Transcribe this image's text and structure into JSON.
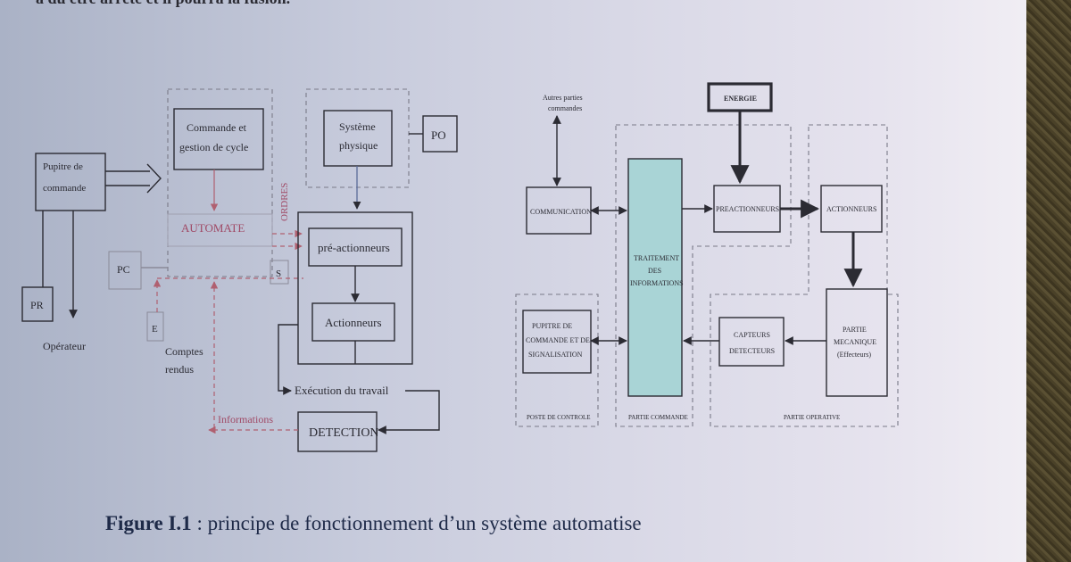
{
  "header_fragment": "a du être arrêté et il pourra la fusion.",
  "left": {
    "pupitre": [
      "Pupitre de",
      "commande"
    ],
    "pr": "PR",
    "operateur": "Opérateur",
    "commande": [
      "Commande et",
      "gestion de cycle"
    ],
    "automate": "AUTOMATE",
    "ordres": "ORDRES",
    "pc": "PC",
    "s": "S",
    "e": "E",
    "comptes": [
      "Comptes",
      "rendus"
    ],
    "systeme": [
      "Système",
      "physique"
    ],
    "po": "PO",
    "preact": "pré-actionneurs",
    "actionneurs": "Actionneurs",
    "execution": "Exécution du travail",
    "informations": "Informations",
    "detection": "DETECTION"
  },
  "right": {
    "autres": [
      "Autres parties",
      "commandes"
    ],
    "energie": "ENERGIE",
    "communication": "COMMUNICATION",
    "traitement": [
      "TRAITEMENT",
      "DES",
      "INFORMATIONS"
    ],
    "preactionneurs": "PREACTIONNEURS",
    "actionneurs": "ACTIONNEURS",
    "pupitre": [
      "PUPITRE DE",
      "COMMANDE ET DE",
      "SIGNALISATION"
    ],
    "capteurs": [
      "CAPTEURS",
      "DETECTEURS"
    ],
    "partie_meca": [
      "PARTIE",
      "MECANIQUE",
      "(Effecteurs)"
    ],
    "poste": "POSTE DE CONTROLE",
    "partie_commande": "PARTIE COMMANDE",
    "partie_operative": "PARTIE OPERATIVE"
  },
  "caption": {
    "label": "Figure I.1",
    "text": " : principe de fonctionnement d’un système automatise"
  }
}
